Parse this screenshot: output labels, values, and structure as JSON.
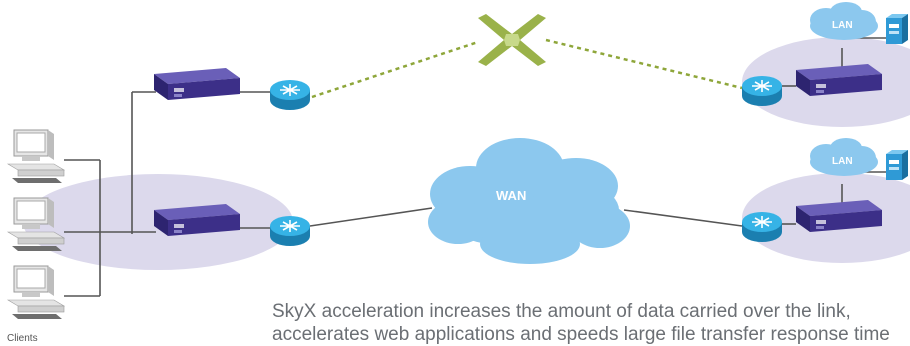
{
  "labels": {
    "wan": "WAN",
    "lan_top": "LAN",
    "lan_bottom": "LAN",
    "clients": "Clients"
  },
  "caption": {
    "line1": "SkyX acceleration increases the amount of data carried over the link,",
    "line2": "accelerates web applications and speeds large file transfer response time"
  },
  "colors": {
    "ellipse": "#dcd9ec",
    "device_top": "#5b4fa8",
    "device_front": "#3c2f88",
    "router": "#2aa3d8",
    "cloud": "#8cc8ee",
    "satellite_link": "#8ea63a",
    "satellite": "#9ab24a",
    "server": "#2f9ad6",
    "line": "#555555"
  }
}
